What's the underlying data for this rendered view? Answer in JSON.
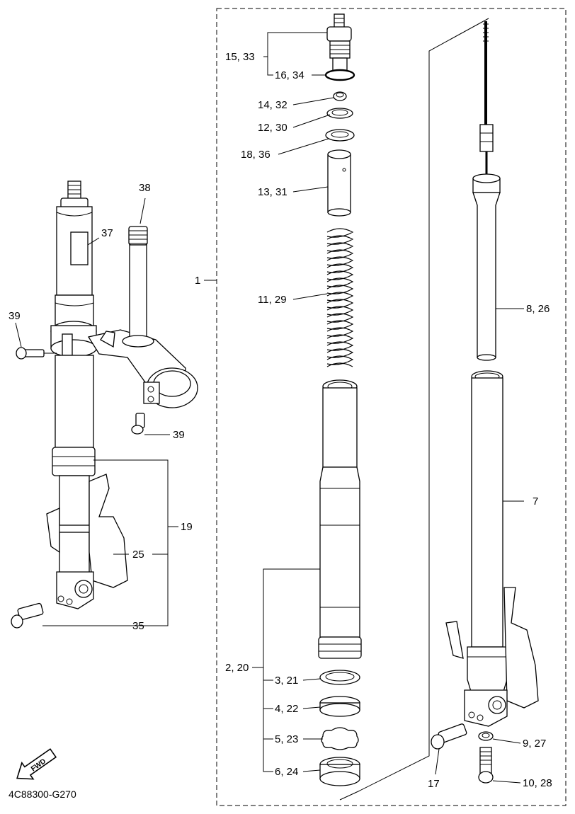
{
  "diagram_code": "4C88300-G270",
  "fwd_label": "FWD",
  "callouts": {
    "c1": "1",
    "c2_20": "2, 20",
    "c3_21": "3, 21",
    "c4_22": "4, 22",
    "c5_23": "5, 23",
    "c6_24": "6, 24",
    "c7": "7",
    "c8_26": "8, 26",
    "c9_27": "9, 27",
    "c10_28": "10, 28",
    "c11_29": "11, 29",
    "c12_30": "12, 30",
    "c13_31": "13, 31",
    "c14_32": "14, 32",
    "c15_33": "15, 33",
    "c16_34": "16, 34",
    "c17": "17",
    "c18_36": "18, 36",
    "c19": "19",
    "c25": "25",
    "c35": "35",
    "c37": "37",
    "c38": "38",
    "c39_top": "39",
    "c39_bottom": "39"
  }
}
